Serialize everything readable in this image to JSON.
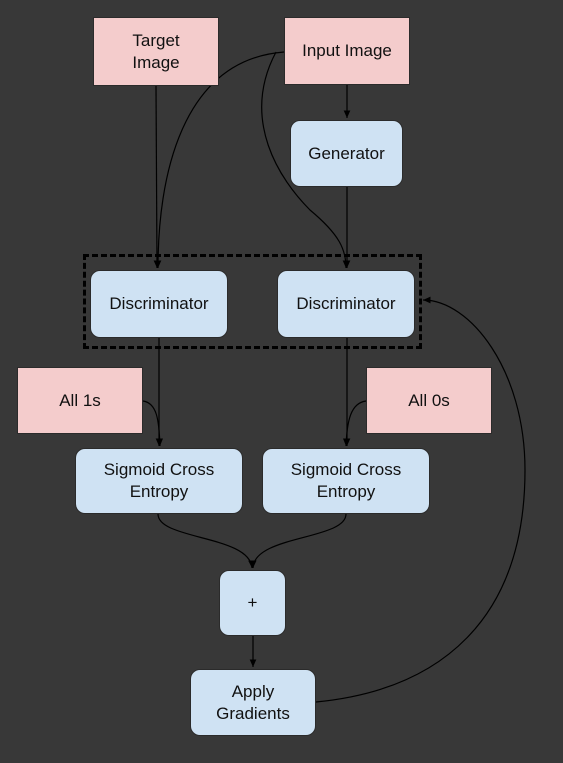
{
  "nodes": {
    "target_image": "Target\nImage",
    "input_image": "Input Image",
    "generator": "Generator",
    "discriminator_left": "Discriminator",
    "discriminator_right": "Discriminator",
    "all_ones": "All 1s",
    "all_zeros": "All 0s",
    "sigmoid_left": "Sigmoid Cross\nEntropy",
    "sigmoid_right": "Sigmoid Cross\nEntropy",
    "plus": "+",
    "apply_gradients": "Apply\nGradients"
  },
  "colors": {
    "background": "#383838",
    "input_node_fill": "#f4cccc",
    "process_node_fill": "#cfe2f3",
    "edge": "#000000"
  }
}
